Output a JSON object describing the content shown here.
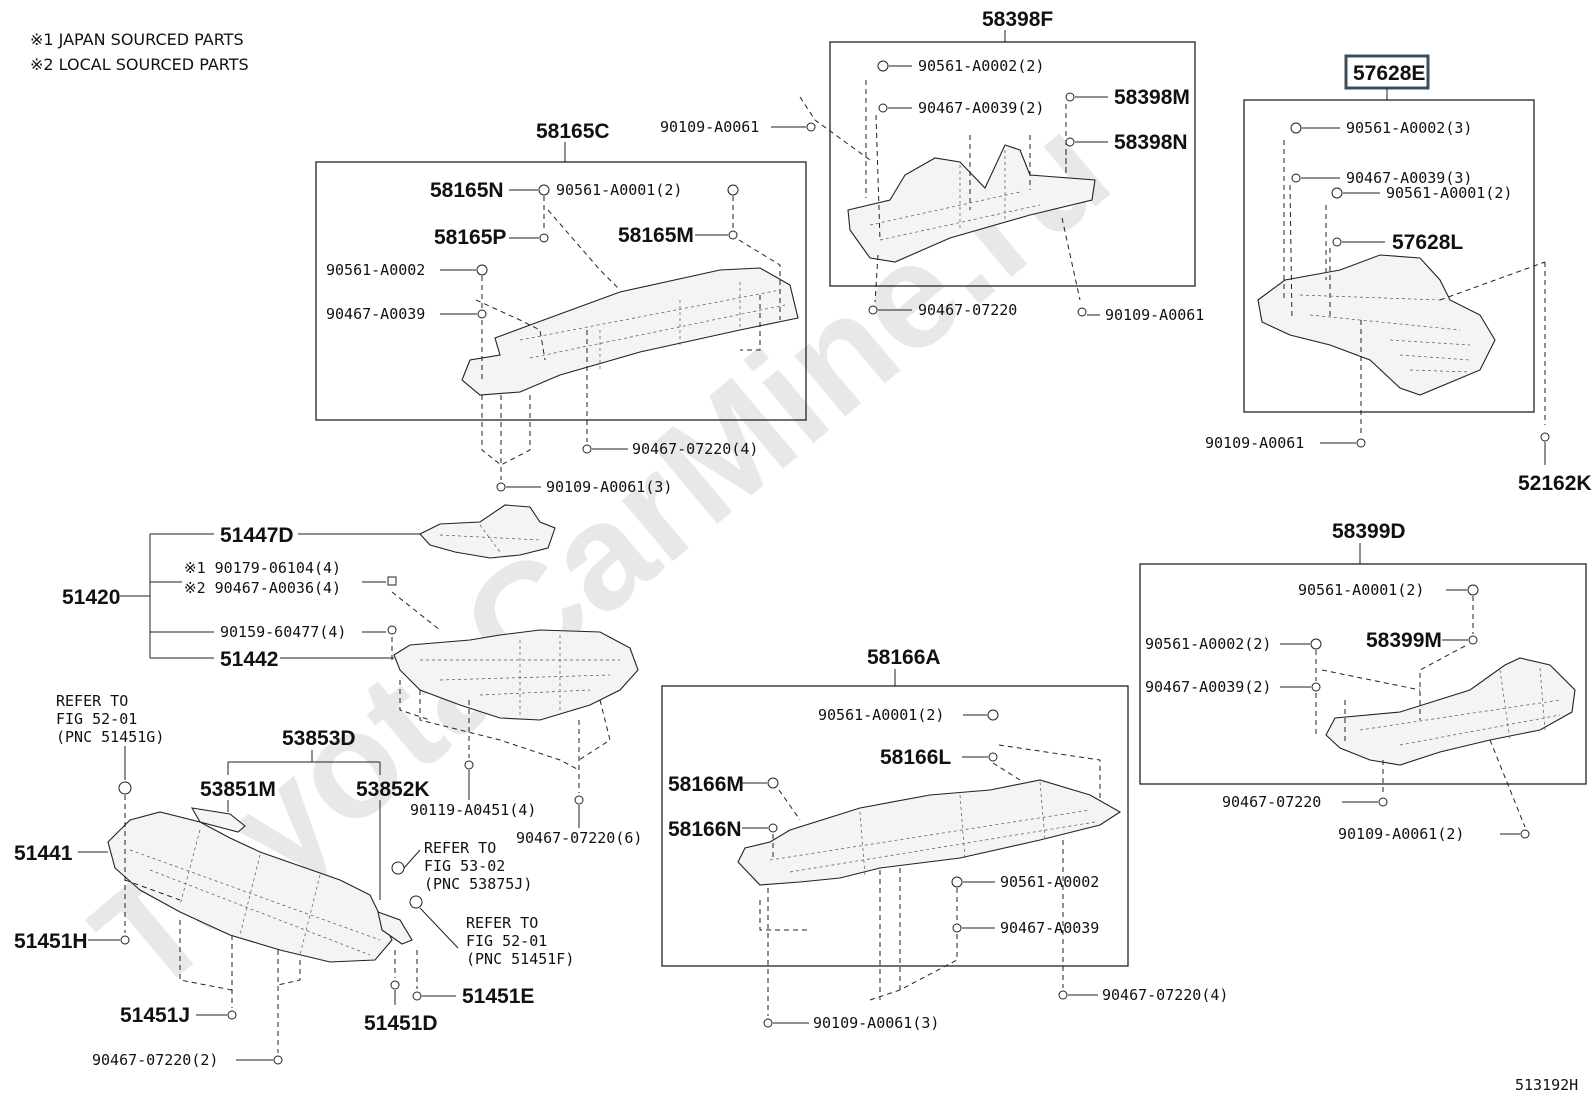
{
  "notes": {
    "note1": "※1  JAPAN SOURCED PARTS",
    "note2": "※2  LOCAL SOURCED PARTS"
  },
  "watermark": "ToyotaCarMine.ru",
  "figure_code": "513192H",
  "highlighted_part": "57628E",
  "groups": {
    "g58398F": {
      "title": "58398F",
      "l1": "90561-A0002(2)",
      "l2": "90467-A0039(2)",
      "l3": "58398M",
      "l4": "58398N",
      "l5": "90109-A0061",
      "l6": "90467-07220",
      "l7": "90109-A0061"
    },
    "g57628E": {
      "title": "57628E",
      "l1": "90561-A0002(3)",
      "l2": "90467-A0039(3)",
      "l3": "90561-A0001(2)",
      "l4": "57628L",
      "l5": "90109-A0061",
      "l6": "52162K"
    },
    "g58165C": {
      "title": "58165C",
      "l1": "58165N",
      "l2": "90561-A0001(2)",
      "l3": "58165P",
      "l4": "58165M",
      "l5": "90561-A0002",
      "l6": "90467-A0039",
      "l7": "90467-07220(4)",
      "l8": "90109-A0061(3)"
    },
    "g51420": {
      "title": "51420",
      "l1": "51447D",
      "l2": "※1 90179-06104(4)",
      "l3": "※2 90467-A0036(4)",
      "l4": "90159-60477(4)",
      "l5": "51442",
      "l6": "90119-A0451(4)",
      "l7": "90467-07220(6)"
    },
    "g58399D": {
      "title": "58399D",
      "l1": "90561-A0001(2)",
      "l2": "90561-A0002(2)",
      "l3": "58399M",
      "l4": "90467-A0039(2)",
      "l5": "90467-07220",
      "l6": "90109-A0061(2)"
    },
    "g58166A": {
      "title": "58166A",
      "l1": "90561-A0001(2)",
      "l2": "58166L",
      "l3": "58166M",
      "l4": "58166N",
      "l5": "90561-A0002",
      "l6": "90467-A0039",
      "l7": "90467-07220(4)",
      "l8": "90109-A0061(3)"
    },
    "g51441": {
      "title": "53853D",
      "l1": "REFER TO",
      "l2": "FIG 52-01",
      "l3": "(PNC 51451G)",
      "l4": "53851M",
      "l5": "53852K",
      "l6": "51441",
      "l7": "REFER TO",
      "l8": "FIG 53-02",
      "l9": "(PNC 53875J)",
      "l10": "REFER TO",
      "l11": "FIG 52-01",
      "l12": "(PNC 51451F)",
      "l13": "51451H",
      "l14": "51451J",
      "l15": "51451E",
      "l16": "51451D",
      "l17": "90467-07220(2)"
    }
  }
}
